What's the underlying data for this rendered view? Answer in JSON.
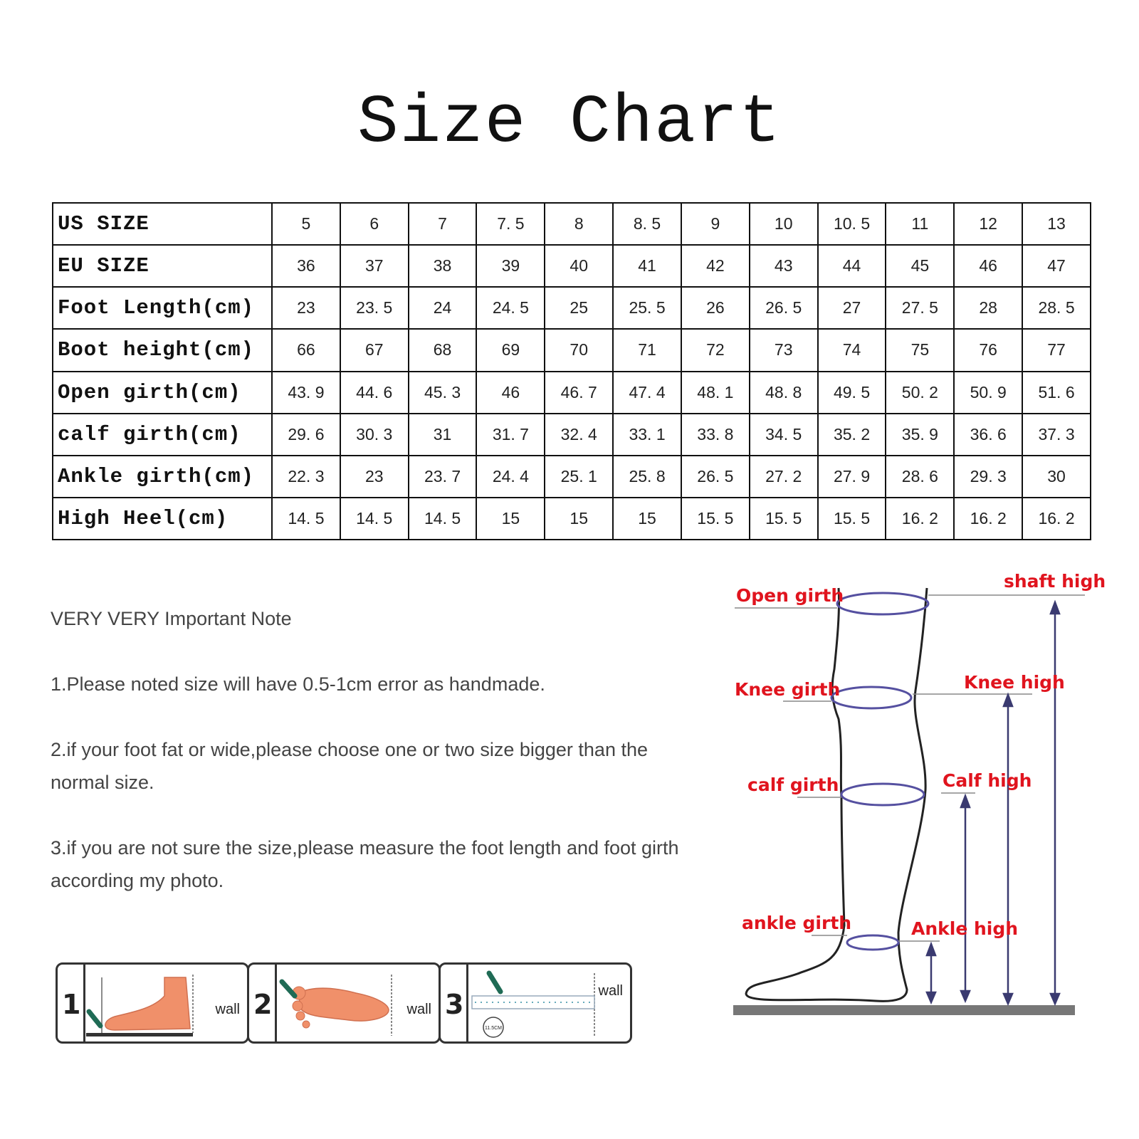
{
  "title": "Size Chart",
  "table": {
    "rows": [
      {
        "label": "US SIZE",
        "values": [
          "5",
          "6",
          "7",
          "7. 5",
          "8",
          "8. 5",
          "9",
          "10",
          "10. 5",
          "11",
          "12",
          "13"
        ]
      },
      {
        "label": "EU SIZE",
        "values": [
          "36",
          "37",
          "38",
          "39",
          "40",
          "41",
          "42",
          "43",
          "44",
          "45",
          "46",
          "47"
        ]
      },
      {
        "label": "Foot Length(cm)",
        "values": [
          "23",
          "23. 5",
          "24",
          "24. 5",
          "25",
          "25. 5",
          "26",
          "26. 5",
          "27",
          "27. 5",
          "28",
          "28. 5"
        ]
      },
      {
        "label": "Boot height(cm)",
        "values": [
          "66",
          "67",
          "68",
          "69",
          "70",
          "71",
          "72",
          "73",
          "74",
          "75",
          "76",
          "77"
        ]
      },
      {
        "label": "Open girth(cm)",
        "values": [
          "43. 9",
          "44. 6",
          "45. 3",
          "46",
          "46. 7",
          "47. 4",
          "48. 1",
          "48. 8",
          "49. 5",
          "50. 2",
          "50. 9",
          "51. 6"
        ]
      },
      {
        "label": "calf girth(cm)",
        "values": [
          "29. 6",
          "30. 3",
          "31",
          "31. 7",
          "32. 4",
          "33. 1",
          "33. 8",
          "34. 5",
          "35. 2",
          "35. 9",
          "36. 6",
          "37. 3"
        ]
      },
      {
        "label": "Ankle girth(cm)",
        "values": [
          "22. 3",
          "23",
          "23. 7",
          "24. 4",
          "25. 1",
          "25. 8",
          "26. 5",
          "27. 2",
          "27. 9",
          "28. 6",
          "29. 3",
          "30"
        ]
      },
      {
        "label": "High Heel(cm)",
        "values": [
          "14. 5",
          "14. 5",
          "14. 5",
          "15",
          "15",
          "15",
          "15. 5",
          "15. 5",
          "15. 5",
          "16. 2",
          "16. 2",
          "16. 2"
        ]
      }
    ]
  },
  "notes": {
    "heading": "VERY VERY Important Note",
    "items": [
      "1.Please noted size will have 0.5-1cm error as handmade.",
      "2.if your foot fat or wide,please choose one or two size bigger than the normal size.",
      "3.if you are not sure the size,please measure the foot length and foot girth according my photo."
    ]
  },
  "steps": [
    {
      "num": "1",
      "wall": "wall"
    },
    {
      "num": "2",
      "wall": "wall"
    },
    {
      "num": "3",
      "wall": "wall",
      "badge": "11.5CM"
    }
  ],
  "diagram": {
    "label_color": "#e0141e",
    "labels": {
      "open_girth": "Open girth",
      "knee_girth": "Knee girth",
      "calf_girth": "calf girth",
      "ankle_girth": "ankle girth",
      "shaft_high": "shaft high",
      "knee_high": "Knee high",
      "calf_high": "Calf high",
      "ankle_high": "Ankle high"
    }
  }
}
